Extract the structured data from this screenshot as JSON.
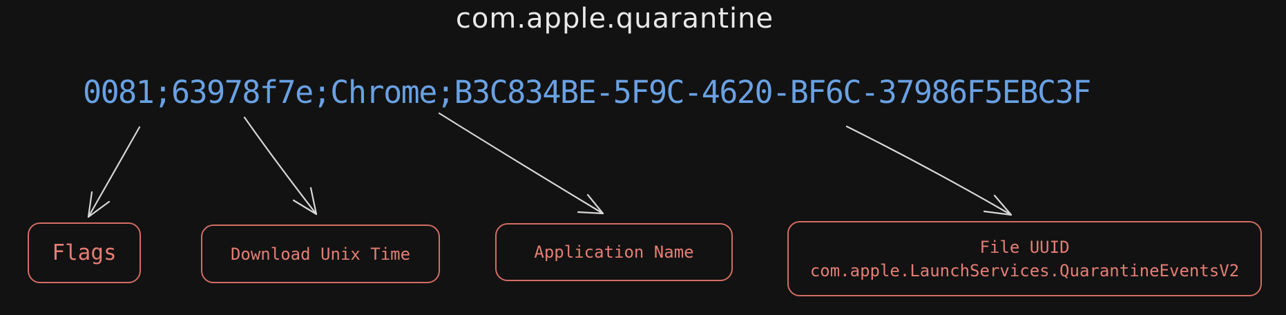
{
  "diagram": {
    "title": "com.apple.quarantine",
    "value_string": "0081;63978f7e;Chrome;B3C834BE-5F9C-4620-BF6C-37986F5EBC3F",
    "segments": [
      {
        "text": "0081",
        "label": "Flags"
      },
      {
        "text": "63978f7e",
        "label": "Download Unix Time"
      },
      {
        "text": "Chrome",
        "label": "Application Name"
      },
      {
        "text": "B3C834BE-5F9C-4620-BF6C-37986F5EBC3F",
        "label": "File UUID",
        "sublabel": "com.apple.LaunchServices.QuarantineEventsV2"
      }
    ],
    "colors": {
      "background": "#121212",
      "title": "#e9e9e9",
      "value": "#69a1e3",
      "box_border": "#d46d64",
      "box_text": "#e57e74",
      "arrow": "#d8d8d8"
    }
  }
}
